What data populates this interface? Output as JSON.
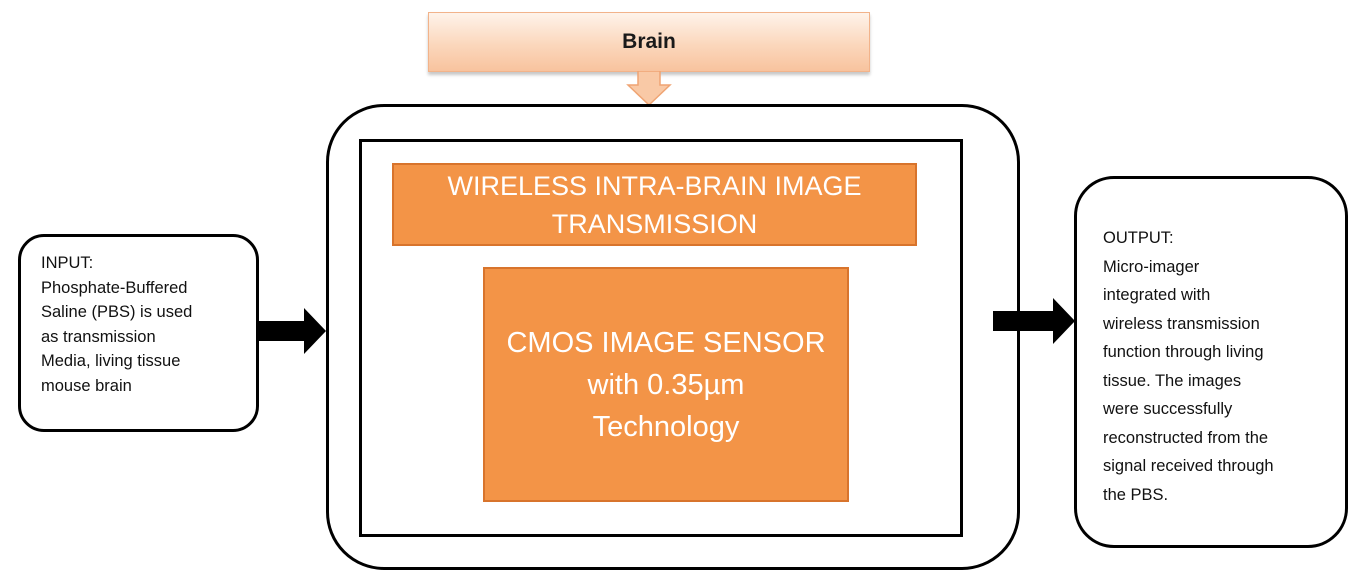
{
  "diagram": {
    "brain": {
      "label": "Brain",
      "fill_color": "#fbd7bc"
    },
    "wireless": {
      "lines": [
        "WIRELESS INTRA-BRAIN IMAGE",
        "TRANSMISSION"
      ],
      "fill_color": "#f39447"
    },
    "cmos": {
      "lines": [
        "CMOS IMAGE SENSOR",
        "with 0.35µm",
        "Technology"
      ],
      "fill_color": "#f39447"
    },
    "input": {
      "lines": [
        "INPUT:",
        "Phosphate-Buffered",
        "Saline (PBS) is used",
        "as transmission",
        "Media, living tissue",
        "mouse brain"
      ]
    },
    "output": {
      "lines": [
        "OUTPUT:",
        "Micro-imager",
        "integrated with",
        "wireless transmission",
        "function through living",
        "tissue. The images",
        "were  successfully",
        "reconstructed from the",
        "signal received through",
        "the PBS."
      ]
    },
    "arrow_color": "#000000"
  }
}
